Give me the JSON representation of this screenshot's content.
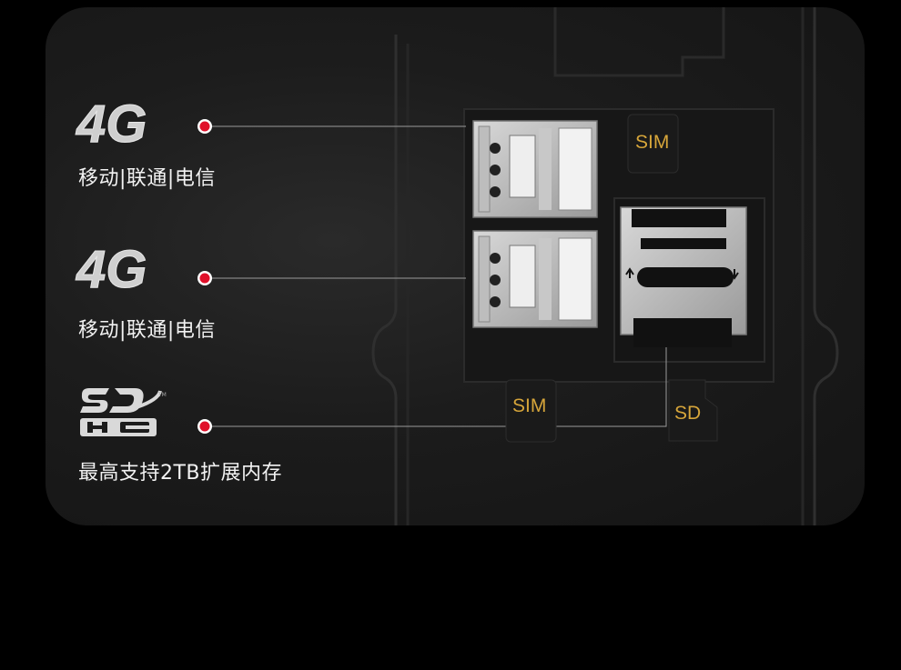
{
  "features": [
    {
      "logo": "4G",
      "label": "移动|联通|电信"
    },
    {
      "logo": "4G",
      "label": "移动|联通|电信"
    },
    {
      "logo": "SDHC",
      "label": "最高支持2TB扩展内存"
    }
  ],
  "slots": {
    "sim_top": "SIM",
    "sim_bottom": "SIM",
    "sd": "SD"
  },
  "colors": {
    "slot_text": "#d6a53a",
    "dot": "#e0102a",
    "line": "#9a9a9a"
  }
}
